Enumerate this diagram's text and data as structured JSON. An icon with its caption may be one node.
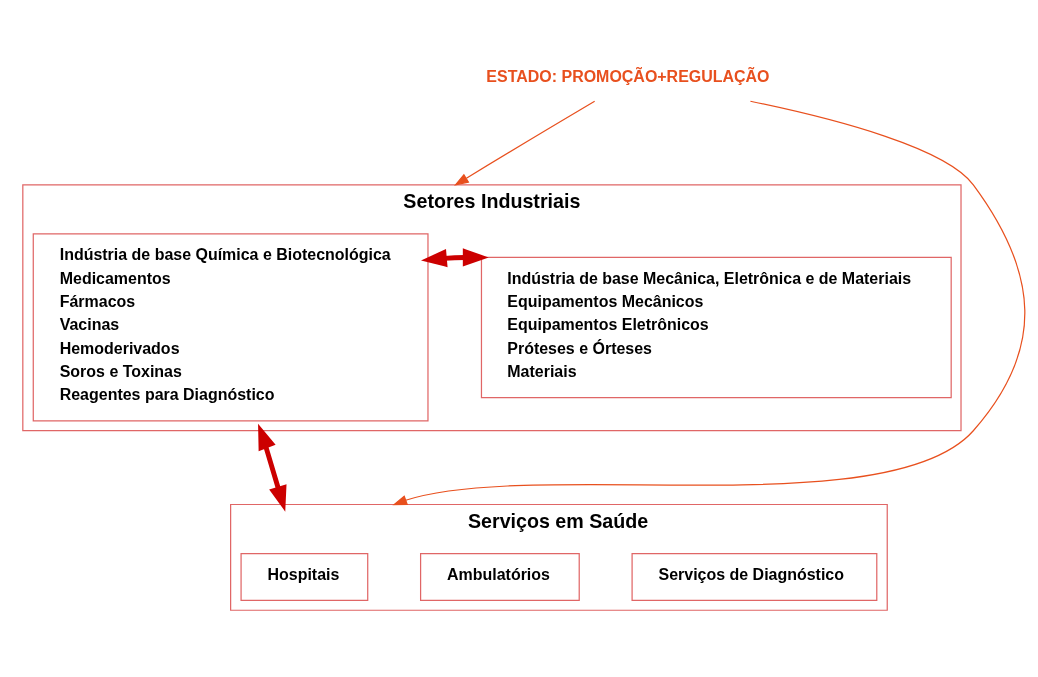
{
  "diagram": {
    "nodes": [
      {
        "text": [
          "ESTADO: PROMOÇÃO+REGULAÇÃO"
        ]
      },
      {
        "text": [
          "Setores Industriais"
        ]
      },
      {
        "text": [
          "Indústria de base Química e Biotecnológica",
          "Medicamentos",
          "Fármacos",
          "Vacinas",
          "Hemoderivados",
          "Soros e Toxinas",
          "Reagentes para Diagnóstico"
        ],
        "in": 1
      },
      {
        "text": [
          "Indústria de base Mecânica, Eletrônica e de Materiais",
          "Equipamentos Mecânicos",
          "Equipamentos Eletrônicos",
          "Próteses e Órteses",
          "Materiais"
        ],
        "in": 1
      },
      {
        "text": [
          "Serviços em Saúde"
        ]
      },
      {
        "text": [
          "Hospitais"
        ],
        "in": 4
      },
      {
        "text": [
          "Ambulatórios"
        ],
        "in": 4
      },
      {
        "text": [
          "Serviços de Diagnóstico"
        ],
        "in": 4
      }
    ],
    "edges": [
      {
        "from": 2,
        "to": 3,
        "arrow": "both",
        "style": "thick"
      },
      {
        "from": 1,
        "to": 4,
        "arrow": "both",
        "style": "thick"
      },
      {
        "from": 0,
        "to": 1,
        "arrow": "to",
        "color": "#e8501e"
      },
      {
        "from": 0,
        "to": 4,
        "arrow": "to",
        "color": "#e8501e"
      }
    ]
  }
}
